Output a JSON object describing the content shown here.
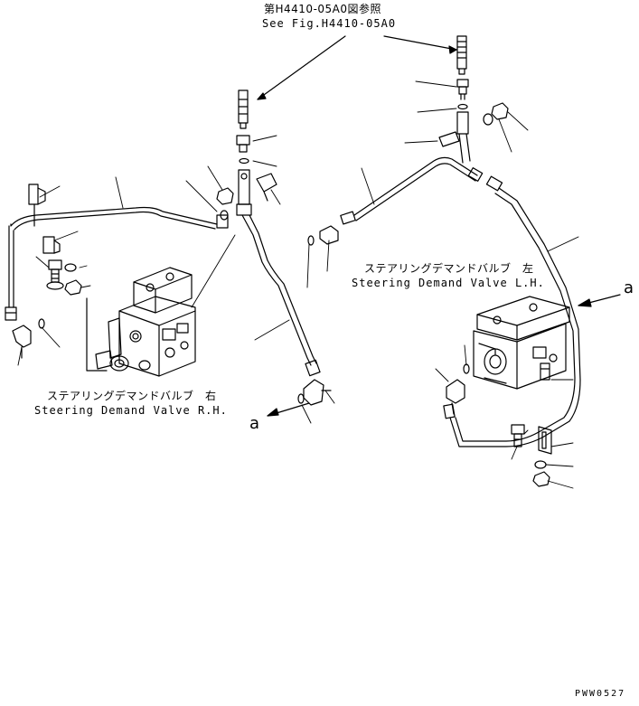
{
  "reference": {
    "jp": "第H4410-05A0図参照",
    "en": "See Fig.H4410-05A0"
  },
  "valve_left": {
    "jp": "ステアリングデマンドバルブ　左",
    "en": "Steering Demand Valve L.H."
  },
  "valve_right": {
    "jp": "ステアリングデマンドバルブ　右",
    "en": "Steering Demand Valve R.H."
  },
  "connection_markers": [
    "a",
    "a"
  ],
  "drawing_code": "PWW0527"
}
